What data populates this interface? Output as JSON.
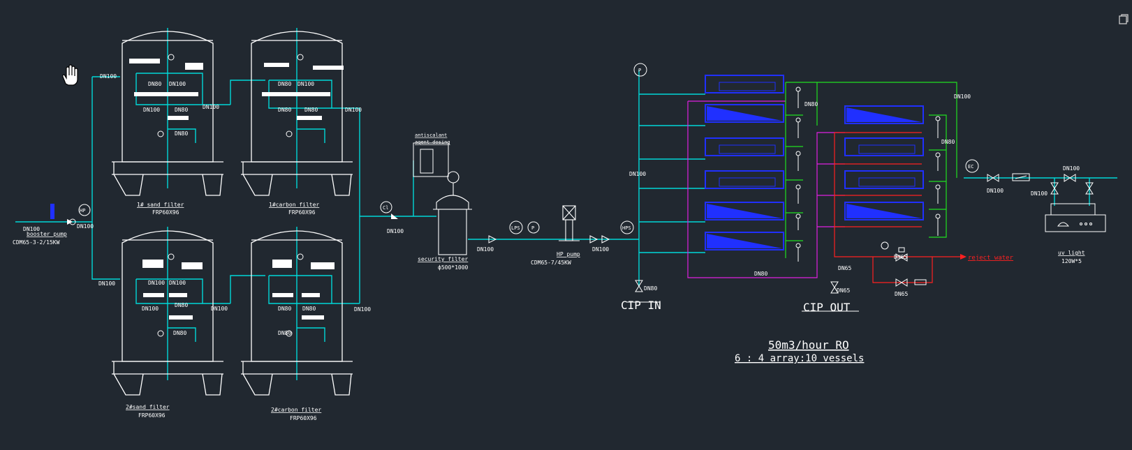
{
  "colors": {
    "background": "#212830",
    "pipe": "#00d8d8",
    "vessel": "#2030ff",
    "outline": "#ffffff",
    "concentrate": "#e020e0",
    "permeate": "#20e020",
    "reject": "#ff2020"
  },
  "icons": [
    "pan-hand-icon",
    "window-restore-icon"
  ],
  "labels": {
    "booster_dn": "DN100",
    "booster_dn2": "DN100",
    "booster_name": "booster pump",
    "booster_model": "CDM65-3-2/15KW",
    "hp_gauge": "HP",
    "sand1_name": "1# sand filter",
    "sand1_model": "FRP60X96",
    "carbon1_name": "1#carbon filter",
    "carbon1_model": "FRP60X96",
    "sand2_name": "2#sand filter",
    "sand2_model": "FRP60X96",
    "carbon2_name": "2#carbon filter",
    "carbon2_model": "FRP60X96",
    "dosing_name_1": "antiscalant",
    "dosing_name_2": "agent dosing",
    "cl_gauge": "Cl",
    "security_name": "security filter",
    "security_model": "ф500*1000",
    "lps_gauge": "LPS",
    "hp_pump_name": "HP pump",
    "hp_pump_model": "CDM65-7/45KW",
    "hps_gauge": "HPS",
    "p_gauge": "P",
    "ec_gauge": "EC",
    "uv_name": "uv light",
    "uv_model": "120W*5",
    "cip_in": "CIP IN",
    "cip_out": "CIP OUT",
    "reject_water": "reject water",
    "title_line1": "50m3/hour RO",
    "title_line2": "6 : 4 array:10 vessels"
  },
  "dn_labels": [
    "DN100",
    "DN100",
    "DN80",
    "DN100",
    "DN100",
    "DN80",
    "DN80",
    "DN100",
    "DN80",
    "DN100",
    "DN80",
    "DN80",
    "DN100",
    "DN100",
    "DN100",
    "DN80",
    "DN80",
    "DN80",
    "DN80",
    "DN100",
    "DN100",
    "DN100",
    "DN100",
    "DN100",
    "DN100",
    "DN80",
    "DN80",
    "DN80",
    "DN100",
    "DN100",
    "DN100",
    "DN100",
    "DN80",
    "DN65",
    "DN65",
    "DN65",
    "DN65",
    "DN80",
    "DN100"
  ]
}
